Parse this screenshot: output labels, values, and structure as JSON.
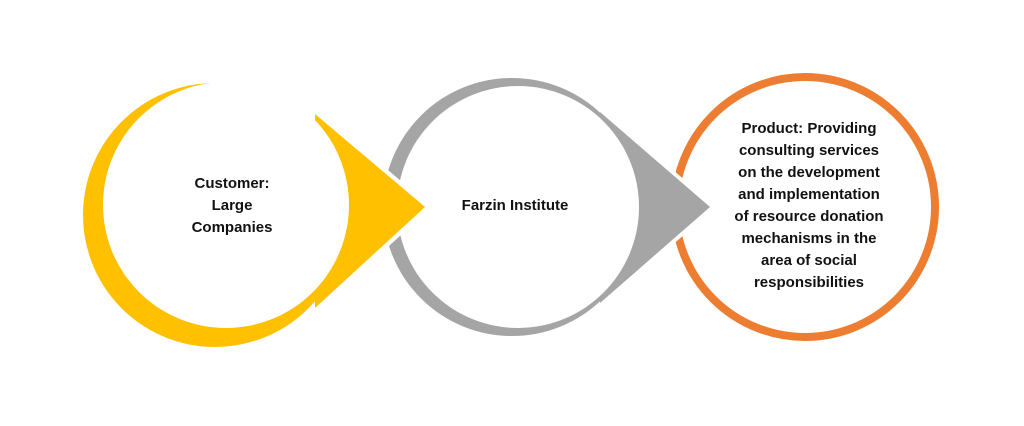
{
  "nodes": [
    {
      "label_lines": [
        "Customer:",
        "Large",
        "Companies"
      ],
      "color": "#FFC000"
    },
    {
      "label_lines": [
        "Farzin Institute"
      ],
      "color": "#A5A5A5"
    },
    {
      "label_lines": [
        "Product: Providing",
        "consulting services",
        "on the development",
        "and implementation",
        "of resource donation",
        "mechanisms in the",
        "area of social",
        "responsibilities"
      ],
      "color": "#ED7D31"
    }
  ]
}
